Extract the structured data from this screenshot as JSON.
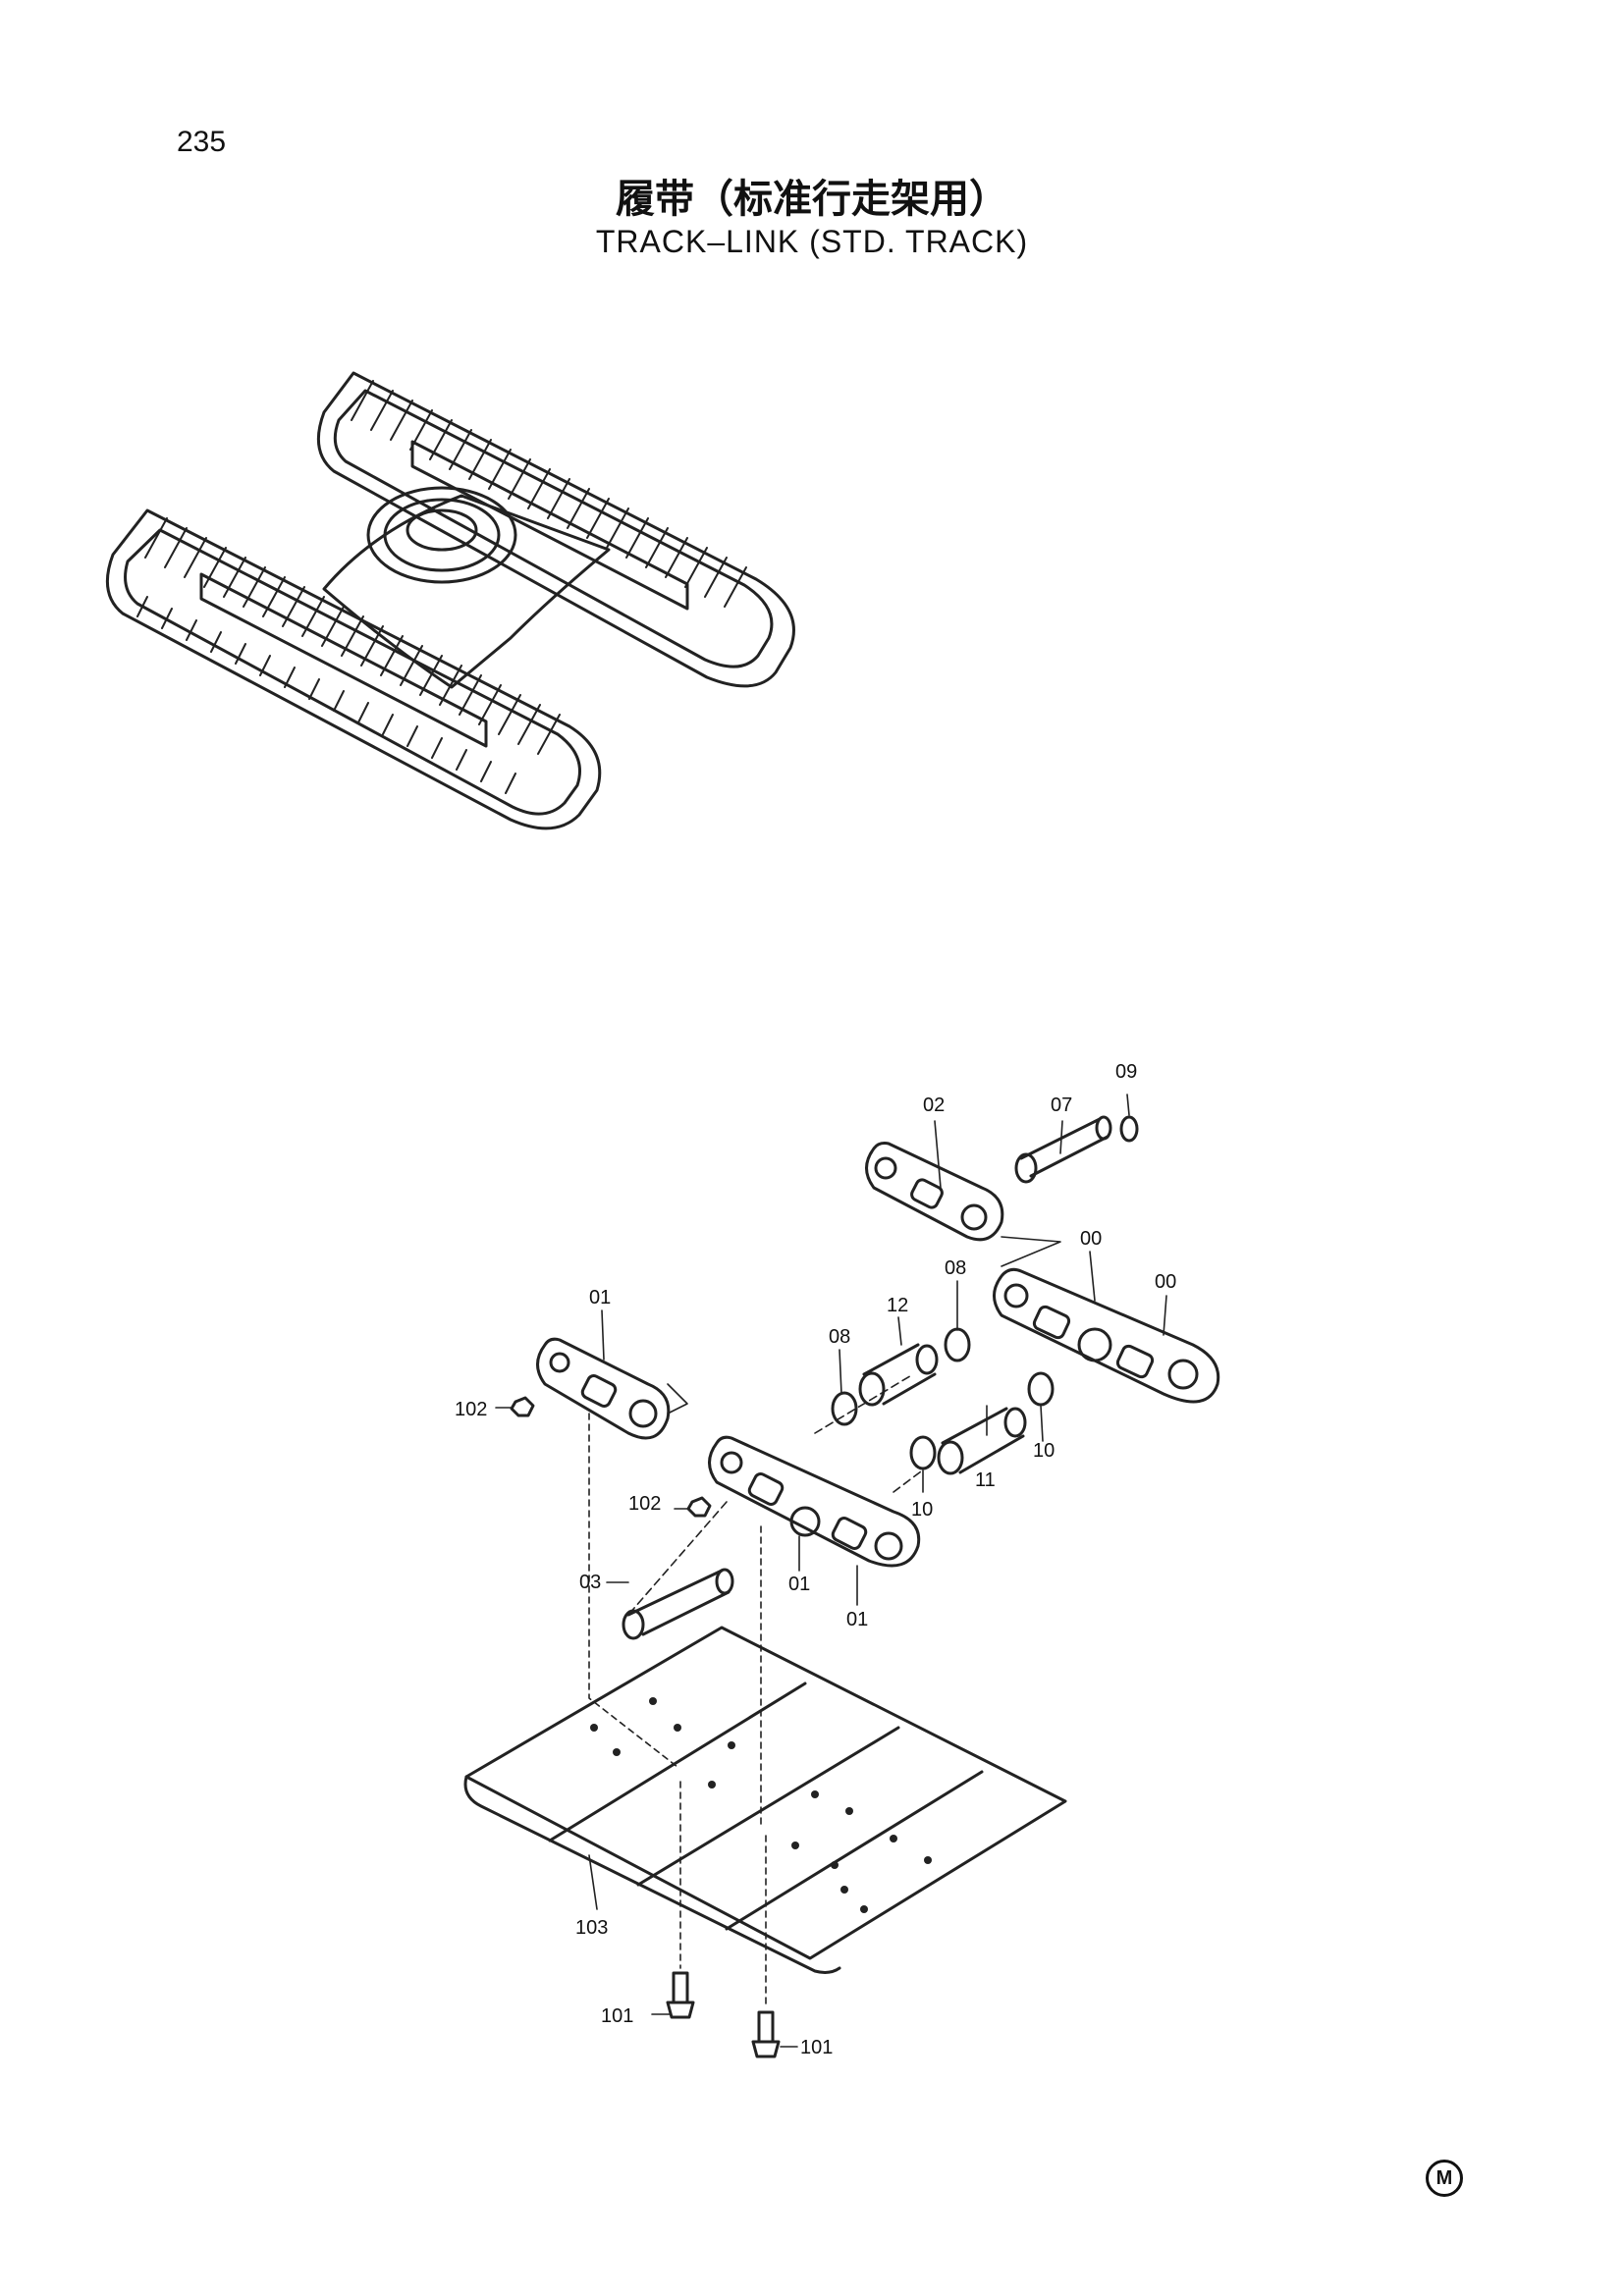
{
  "page": {
    "number": "235"
  },
  "title": {
    "cn": "履带（标准行走架用）",
    "en": "TRACK–LINK (STD. TRACK)"
  },
  "callouts": [
    {
      "id": "c-09a",
      "text": "09"
    },
    {
      "id": "c-02",
      "text": "02"
    },
    {
      "id": "c-07",
      "text": "07"
    },
    {
      "id": "c-00a",
      "text": "00"
    },
    {
      "id": "c-08a",
      "text": "08"
    },
    {
      "id": "c-00b",
      "text": "00"
    },
    {
      "id": "c-01a",
      "text": "01"
    },
    {
      "id": "c-12",
      "text": "12"
    },
    {
      "id": "c-08b",
      "text": "08"
    },
    {
      "id": "c-102a",
      "text": "102"
    },
    {
      "id": "c-10a",
      "text": "10"
    },
    {
      "id": "c-11",
      "text": "11"
    },
    {
      "id": "c-10b",
      "text": "10"
    },
    {
      "id": "c-102b",
      "text": "102"
    },
    {
      "id": "c-03",
      "text": "03"
    },
    {
      "id": "c-01b",
      "text": "01"
    },
    {
      "id": "c-01c",
      "text": "01"
    },
    {
      "id": "c-103",
      "text": "103"
    },
    {
      "id": "c-101a",
      "text": "101"
    },
    {
      "id": "c-101b",
      "text": "101"
    }
  ],
  "corner_mark": "M"
}
